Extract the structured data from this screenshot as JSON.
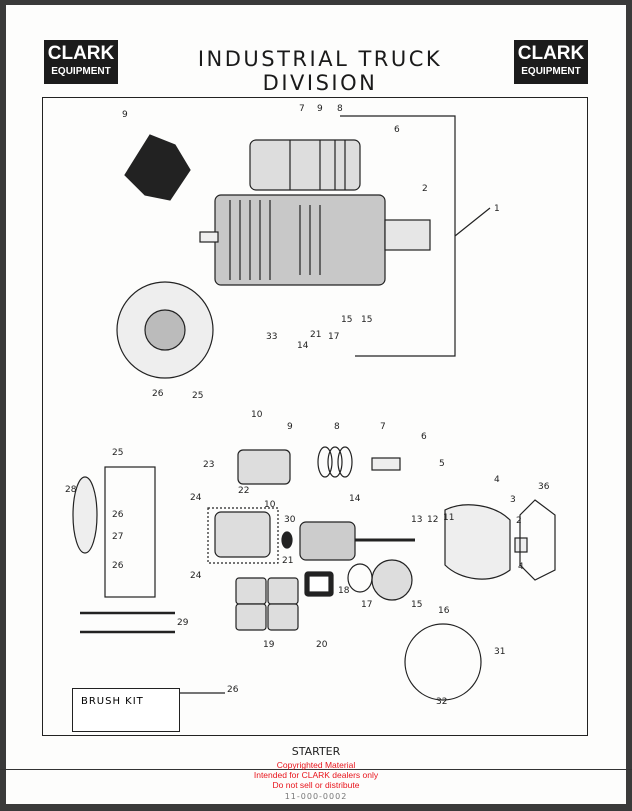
{
  "header": {
    "logo_line1": "CLARK",
    "logo_line2": "EQUIPMENT",
    "title": "INDUSTRIAL TRUCK DIVISION"
  },
  "diagram": {
    "assembled_callouts": [
      "9",
      "7",
      "9",
      "8",
      "6",
      "2",
      "1",
      "33",
      "14",
      "21",
      "17",
      "15",
      "15",
      "26",
      "25"
    ],
    "exploded_callouts": [
      "10",
      "9",
      "8",
      "7",
      "6",
      "5",
      "4",
      "3",
      "36",
      "23",
      "22",
      "24",
      "10",
      "14",
      "30",
      "13",
      "12",
      "11",
      "2",
      "28",
      "25",
      "26",
      "27",
      "26",
      "21",
      "24",
      "18",
      "17",
      "15",
      "4",
      "16",
      "29",
      "19",
      "20",
      "31",
      "32",
      "26"
    ],
    "brush_kit_label": "BRUSH KIT"
  },
  "footer": {
    "caption": "STARTER",
    "page_number": "11-000-0002",
    "watermark": [
      "Copyrighted Material",
      "Intended for CLARK dealers only",
      "Do not sell or distribute"
    ],
    "watermark_color": "#e8141c"
  }
}
